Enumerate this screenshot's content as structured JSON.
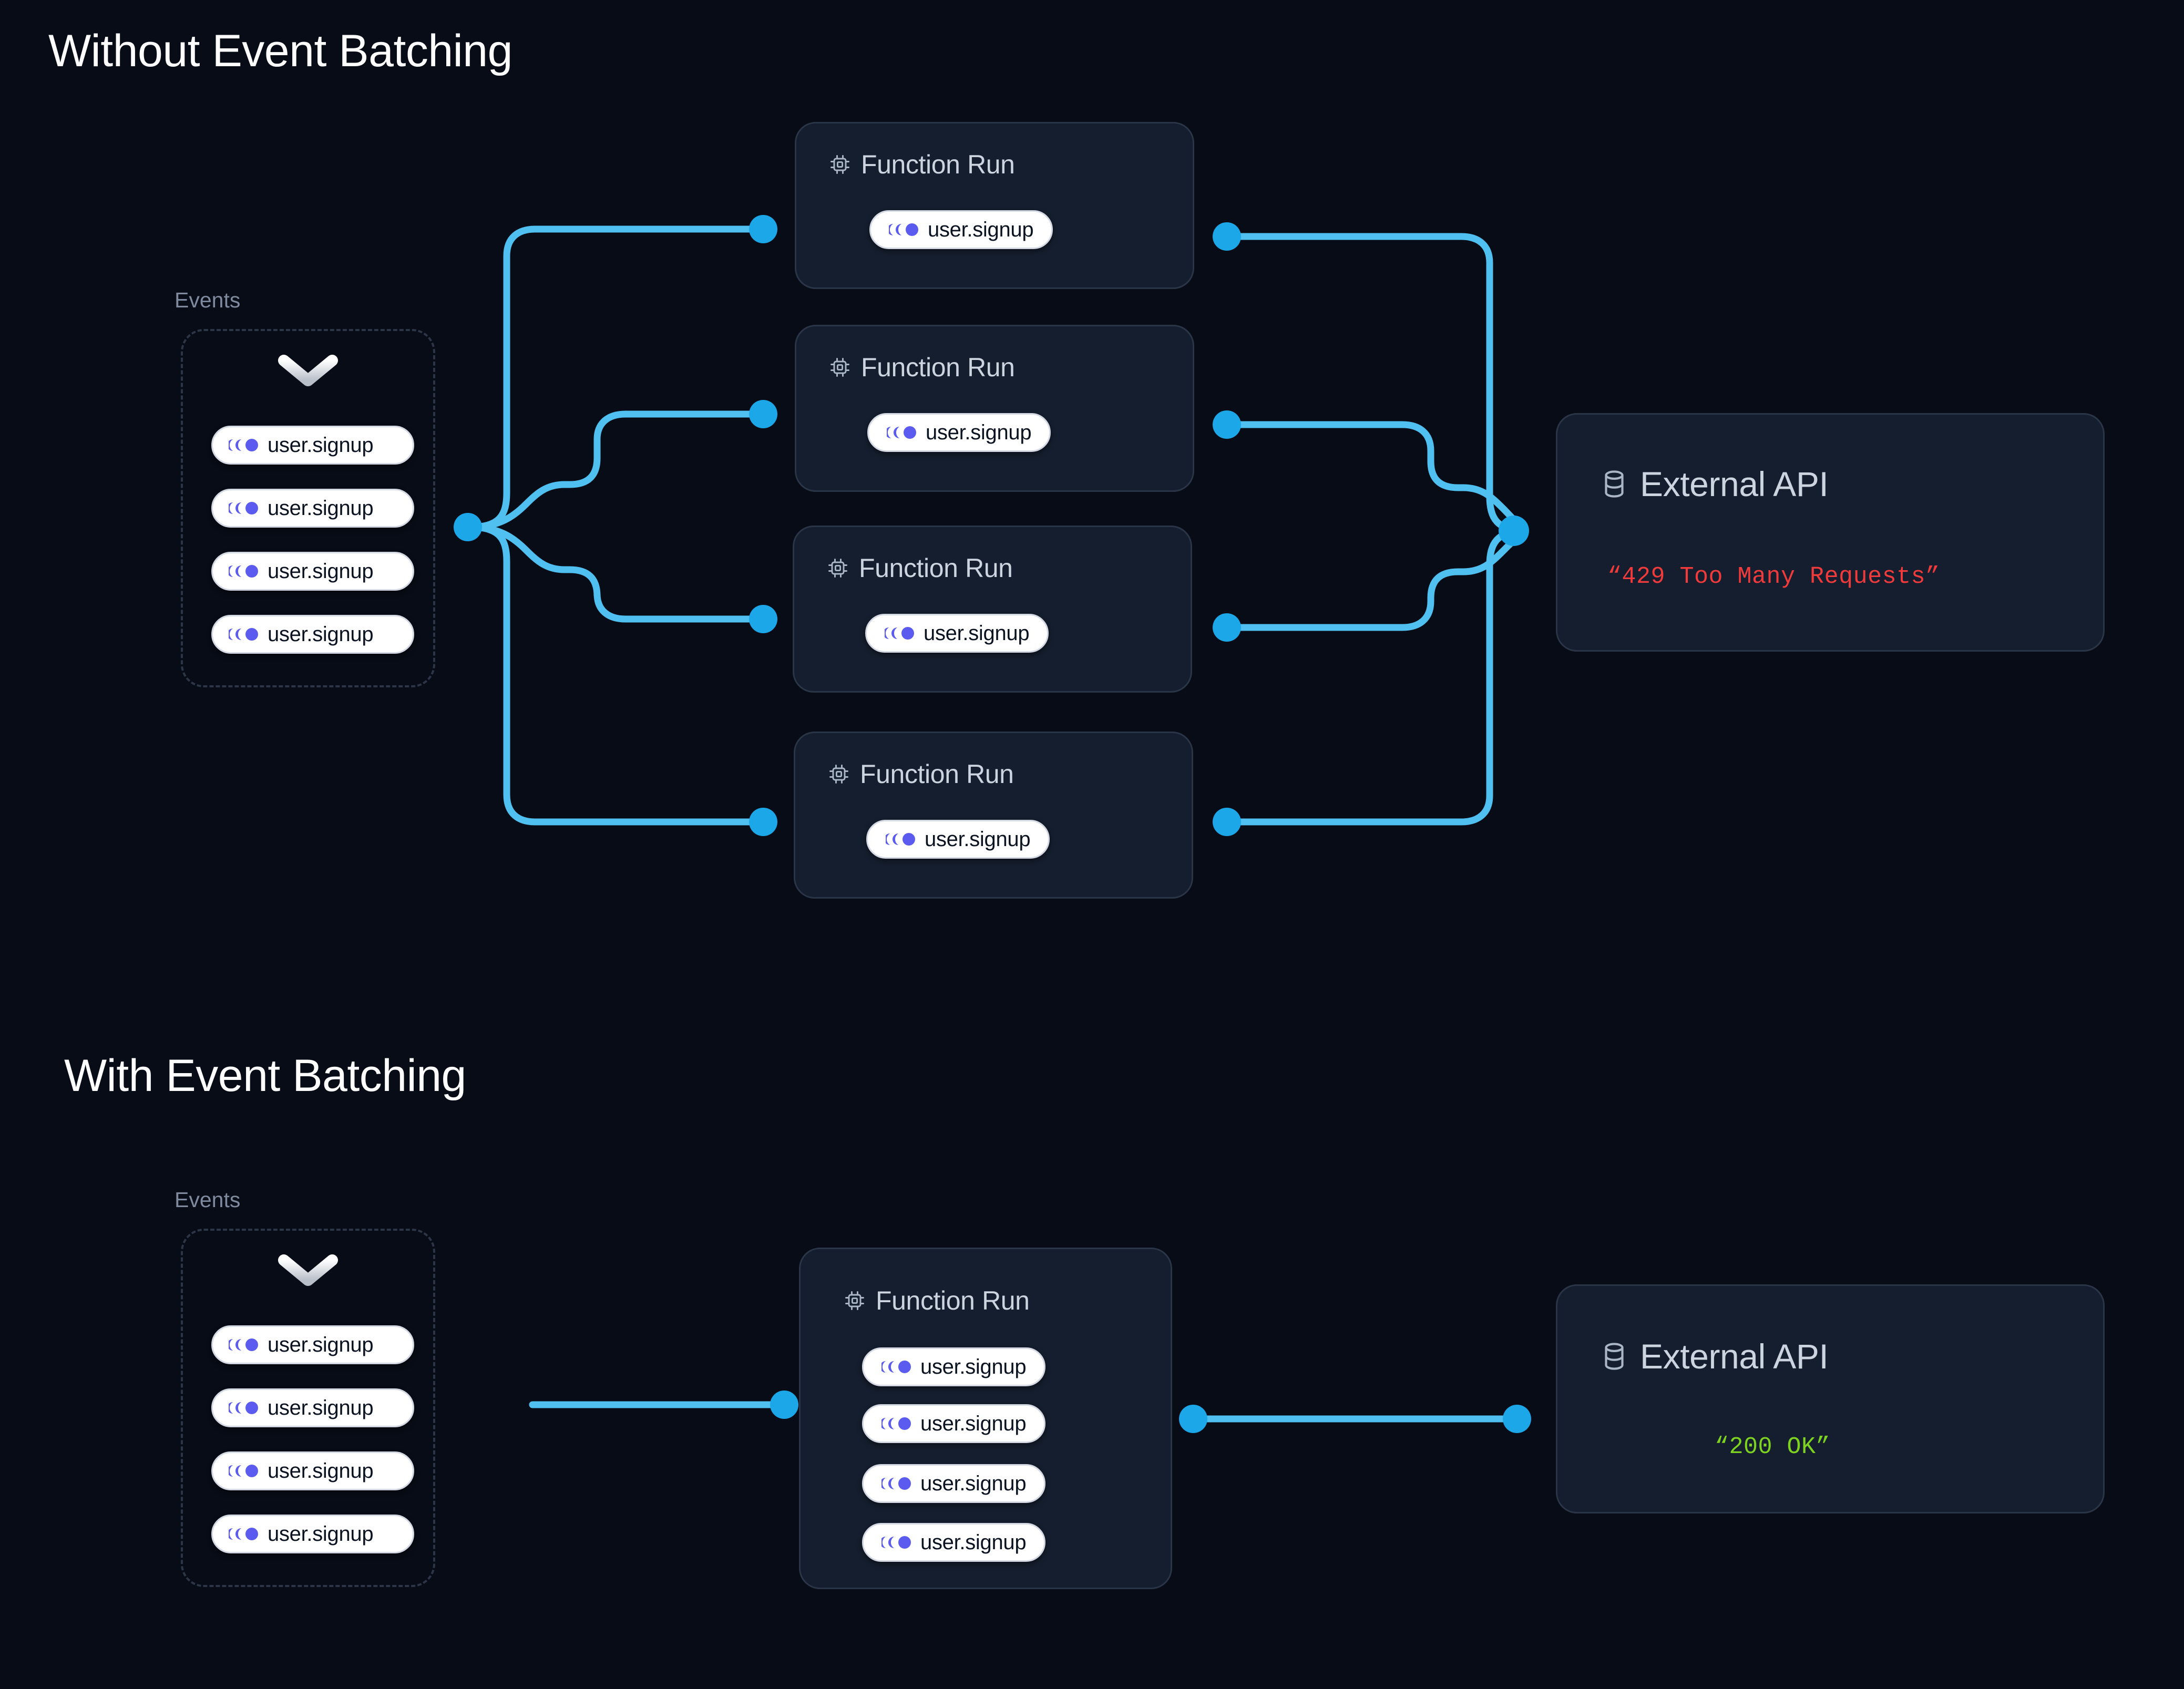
{
  "page": {
    "background": "#080c16",
    "accent_line": "#4fc0f0",
    "accent_dot": "#1ca7e8",
    "event_icon_color": "#5b5bef",
    "card_bg": "#151e2e",
    "card_border": "#2a3648",
    "dashed_border": "#2c3647",
    "error_color": "#ef3b3b",
    "success_color": "#7ed321"
  },
  "sections": [
    {
      "id": "without",
      "title": "Without Event Batching",
      "events": {
        "label": "Events",
        "chevron_icon": "chevron-down-icon",
        "items": [
          {
            "icon": "event-pulse-icon",
            "label": "user.signup"
          },
          {
            "icon": "event-pulse-icon",
            "label": "user.signup"
          },
          {
            "icon": "event-pulse-icon",
            "label": "user.signup"
          },
          {
            "icon": "event-pulse-icon",
            "label": "user.signup"
          }
        ]
      },
      "function_runs": [
        {
          "icon": "cpu-icon",
          "title": "Function Run",
          "events": [
            {
              "icon": "event-pulse-icon",
              "label": "user.signup"
            }
          ]
        },
        {
          "icon": "cpu-icon",
          "title": "Function Run",
          "events": [
            {
              "icon": "event-pulse-icon",
              "label": "user.signup"
            }
          ]
        },
        {
          "icon": "cpu-icon",
          "title": "Function Run",
          "events": [
            {
              "icon": "event-pulse-icon",
              "label": "user.signup"
            }
          ]
        },
        {
          "icon": "cpu-icon",
          "title": "Function Run",
          "events": [
            {
              "icon": "event-pulse-icon",
              "label": "user.signup"
            }
          ]
        }
      ],
      "external_api": {
        "icon": "database-icon",
        "title": "External API",
        "status": "“429 Too Many Requests”",
        "status_kind": "error"
      }
    },
    {
      "id": "with",
      "title": "With Event Batching",
      "events": {
        "label": "Events",
        "chevron_icon": "chevron-down-icon",
        "items": [
          {
            "icon": "event-pulse-icon",
            "label": "user.signup"
          },
          {
            "icon": "event-pulse-icon",
            "label": "user.signup"
          },
          {
            "icon": "event-pulse-icon",
            "label": "user.signup"
          },
          {
            "icon": "event-pulse-icon",
            "label": "user.signup"
          }
        ]
      },
      "function_runs": [
        {
          "icon": "cpu-icon",
          "title": "Function Run",
          "events": [
            {
              "icon": "event-pulse-icon",
              "label": "user.signup"
            },
            {
              "icon": "event-pulse-icon",
              "label": "user.signup"
            },
            {
              "icon": "event-pulse-icon",
              "label": "user.signup"
            },
            {
              "icon": "event-pulse-icon",
              "label": "user.signup"
            }
          ]
        }
      ],
      "external_api": {
        "icon": "database-icon",
        "title": "External API",
        "status": "“200 OK”",
        "status_kind": "success"
      }
    }
  ]
}
